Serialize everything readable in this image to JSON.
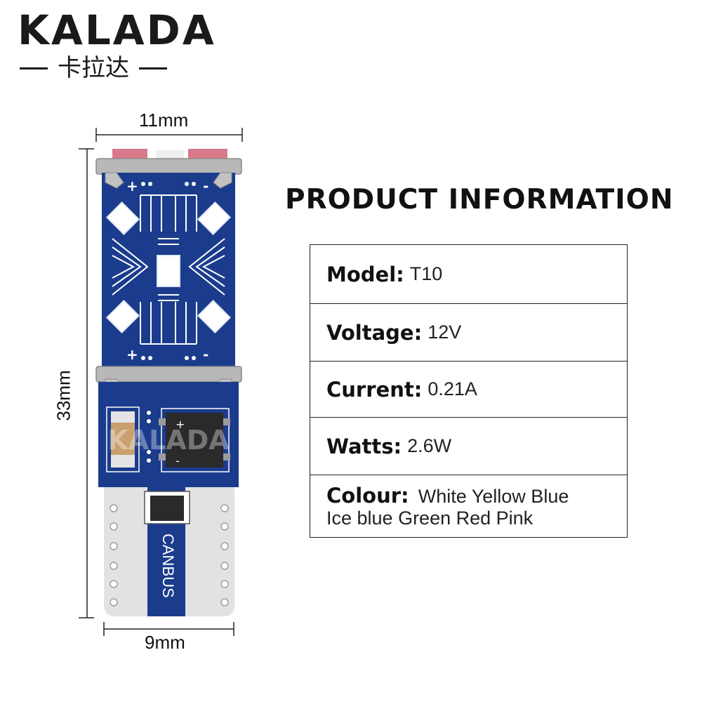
{
  "brand": {
    "name_en": "KALADA",
    "name_cn": "卡拉达"
  },
  "dimensions": {
    "width_top": "11mm",
    "height": "33mm",
    "width_bottom": "9mm"
  },
  "product": {
    "pcb_watermark": "KALADA",
    "canbus_label": "CANBUS",
    "polarity_plus": "+",
    "polarity_minus": "-",
    "led_color": "#ffffff",
    "pcb_color": "#1b3c8c"
  },
  "info": {
    "title": "PRODUCT INFORMATION",
    "rows": [
      {
        "key": "Model:",
        "value": "T10"
      },
      {
        "key": "Voltage:",
        "value": "12V"
      },
      {
        "key": "Current:",
        "value": "0.21A"
      },
      {
        "key": "Watts:",
        "value": "2.6W"
      },
      {
        "key": "Colour:",
        "value": "White Yellow Blue",
        "value_line2": "Ice blue Green Red Pink"
      }
    ]
  }
}
